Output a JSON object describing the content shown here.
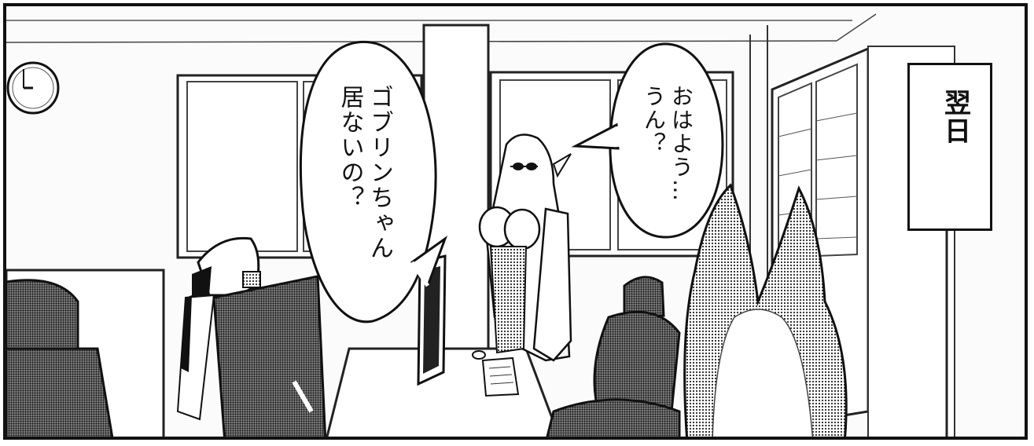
{
  "speech_bubbles": [
    {
      "lines": [
        "ゴブリンちゃん",
        "居ないの？"
      ]
    },
    {
      "lines": [
        "おはよう…",
        "うん？"
      ]
    }
  ],
  "caption": {
    "text": "翌日"
  }
}
